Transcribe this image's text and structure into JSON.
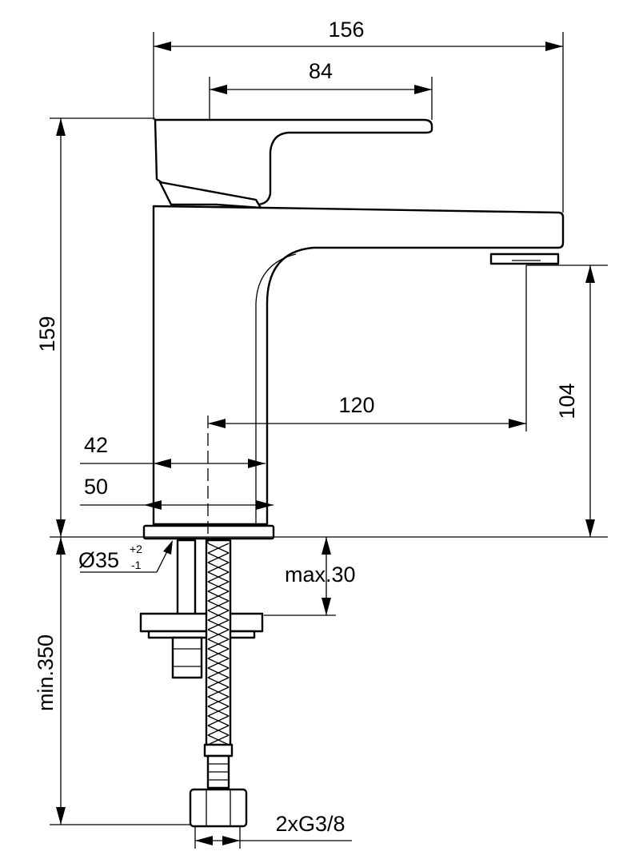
{
  "dimensions": {
    "overall_width": "156",
    "lever_length": "84",
    "overall_height": "159",
    "spout_height": "104",
    "spout_reach": "120",
    "body_width": "42",
    "base_width": "50",
    "hole_diameter": "Ø35",
    "hole_tolerance_plus": "+2",
    "hole_tolerance_minus": "-1",
    "max_deck_thickness": "max.30",
    "min_hose_length": "min.350",
    "connection": "2xG3/8"
  },
  "colors": {
    "line": "#000000",
    "background": "#ffffff"
  }
}
